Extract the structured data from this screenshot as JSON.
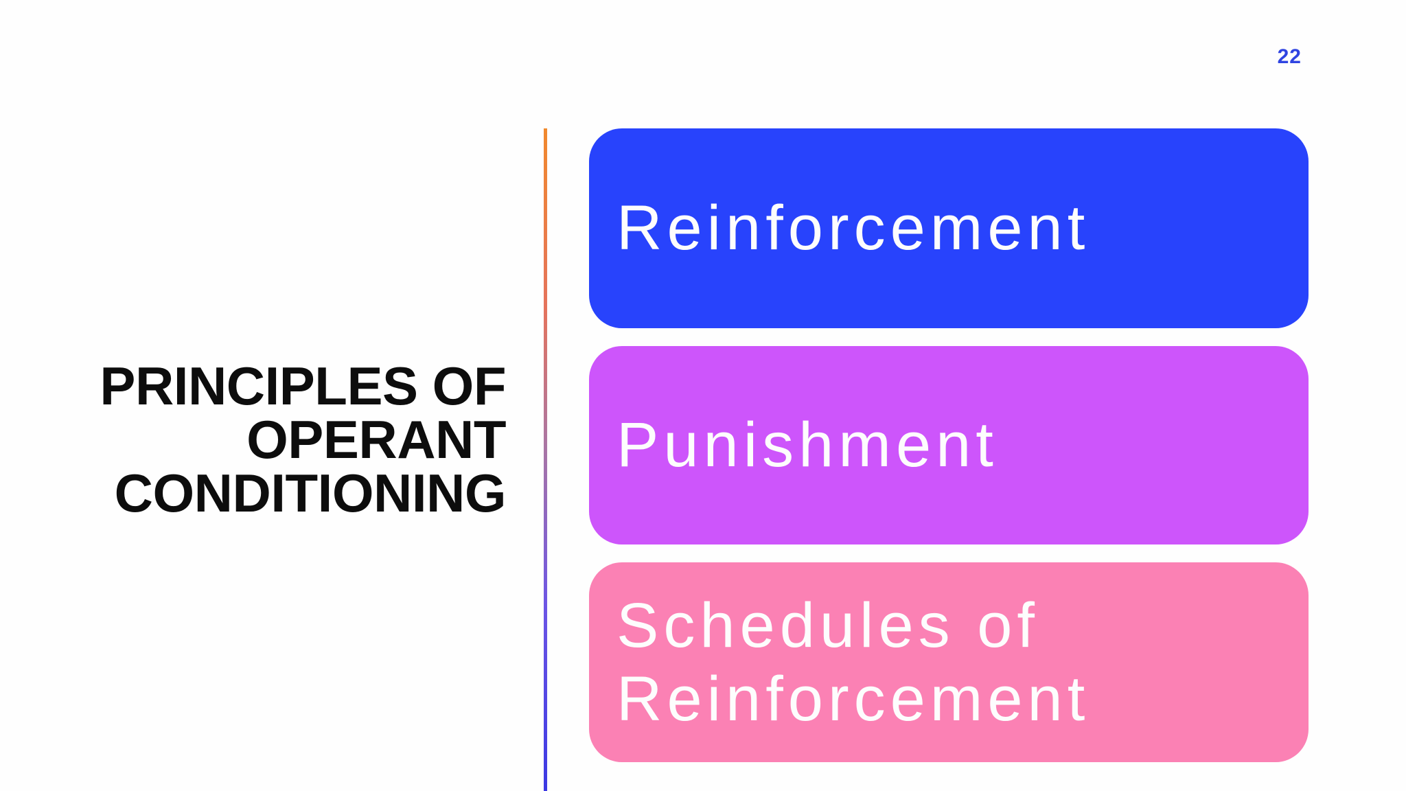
{
  "slide": {
    "page_number": "22",
    "title": {
      "full_text": "PRINCIPLES OF OPERANT CONDITIONING",
      "lines": [
        "PRINCIPLES OF",
        "OPERANT",
        "CONDITIONING"
      ]
    },
    "boxes": [
      {
        "label": "Reinforcement",
        "color": "#2843fc"
      },
      {
        "label": "Punishment",
        "color": "#cd55fb"
      },
      {
        "label": "Schedules of Reinforcement",
        "color": "#fb81b4"
      }
    ],
    "divider": {
      "gradient_top_color": "#f1892d",
      "gradient_middle_color": "#aa76a4",
      "gradient_bottom_color": "#3b38e3"
    },
    "colors": {
      "background": "#fefefe",
      "page_number_text": "#2f44e1",
      "title_text": "#0d0d0d",
      "box_label_text": "#fdfdfd"
    }
  }
}
